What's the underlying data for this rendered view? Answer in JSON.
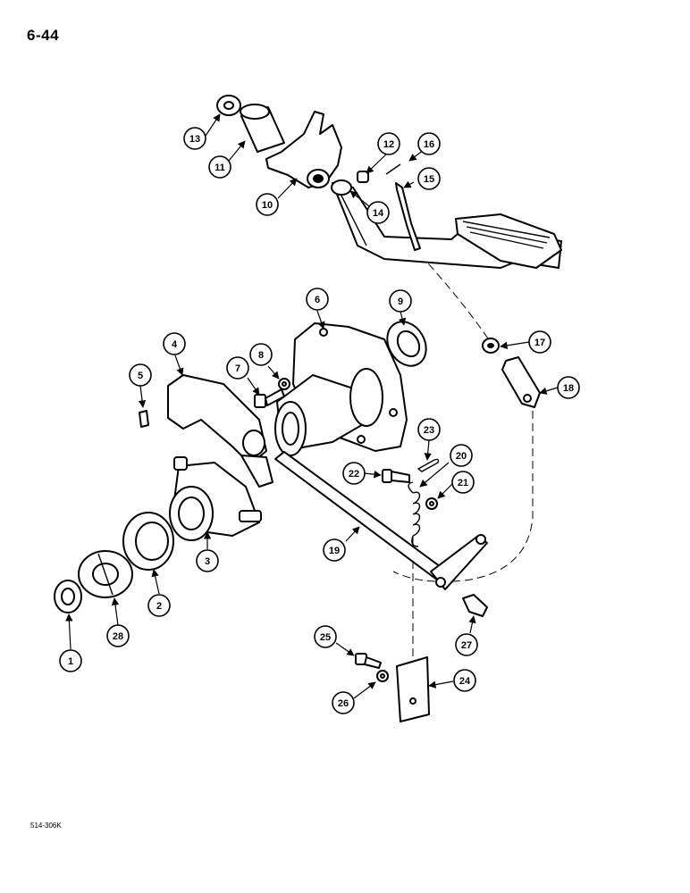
{
  "page_number": "6-44",
  "footer_code": "514-306K",
  "callouts": [
    "1",
    "2",
    "3",
    "4",
    "5",
    "6",
    "7",
    "8",
    "9",
    "10",
    "11",
    "12",
    "13",
    "14",
    "15",
    "16",
    "17",
    "18",
    "19",
    "20",
    "21",
    "22",
    "23",
    "24",
    "25",
    "26",
    "27",
    "28"
  ]
}
